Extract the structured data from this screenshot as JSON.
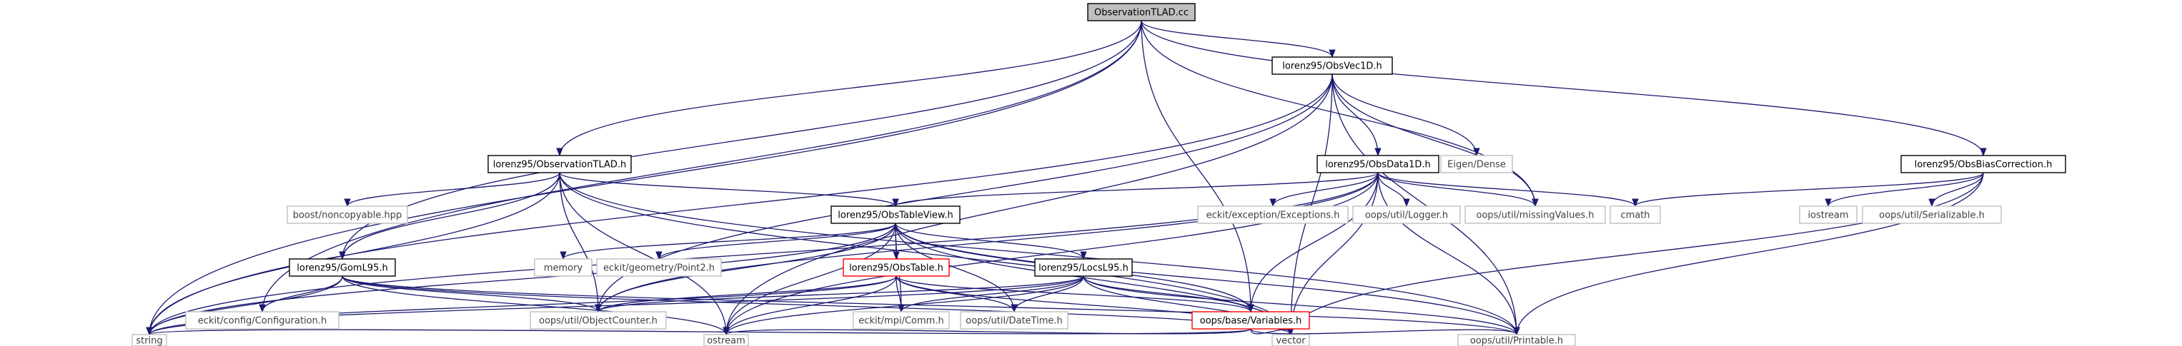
{
  "colors": {
    "background": "#ffffff",
    "edge": "#191970",
    "edge_gray": "#a9a9a9",
    "node_border": "#000000",
    "node_border_gray": "#bfbfbf",
    "node_border_red": "#ff0000",
    "root_fill": "#bfbfbf",
    "text": "#000000",
    "text_gray": "#404040"
  },
  "nodes": [
    {
      "id": "root",
      "label": "ObservationTLAD.cc",
      "kind": "root"
    },
    {
      "id": "obsvec",
      "label": "lorenz95/ObsVec1D.h",
      "kind": "normal"
    },
    {
      "id": "obsbias",
      "label": "lorenz95/ObsBiasCorrection.h",
      "kind": "normal"
    },
    {
      "id": "obstlad",
      "label": "lorenz95/ObservationTLAD.h",
      "kind": "normal"
    },
    {
      "id": "obsdata",
      "label": "lorenz95/ObsData1D.h",
      "kind": "normal"
    },
    {
      "id": "eigen",
      "label": "Eigen/Dense",
      "kind": "gray"
    },
    {
      "id": "boost",
      "label": "boost/noncopyable.hpp",
      "kind": "gray"
    },
    {
      "id": "obstv",
      "label": "lorenz95/ObsTableView.h",
      "kind": "normal"
    },
    {
      "id": "eckitexc",
      "label": "eckit/exception/Exceptions.h",
      "kind": "gray"
    },
    {
      "id": "logger",
      "label": "oops/util/Logger.h",
      "kind": "gray"
    },
    {
      "id": "missing",
      "label": "oops/util/missingValues.h",
      "kind": "gray"
    },
    {
      "id": "cmath",
      "label": "cmath",
      "kind": "gray"
    },
    {
      "id": "iostream",
      "label": "iostream",
      "kind": "gray"
    },
    {
      "id": "serializable",
      "label": "oops/util/Serializable.h",
      "kind": "gray"
    },
    {
      "id": "gom",
      "label": "lorenz95/GomL95.h",
      "kind": "normal"
    },
    {
      "id": "memory",
      "label": "memory",
      "kind": "gray"
    },
    {
      "id": "point2",
      "label": "eckit/geometry/Point2.h",
      "kind": "gray"
    },
    {
      "id": "obstable",
      "label": "lorenz95/ObsTable.h",
      "kind": "red"
    },
    {
      "id": "locs",
      "label": "lorenz95/LocsL95.h",
      "kind": "normal"
    },
    {
      "id": "eckitconf",
      "label": "eckit/config/Configuration.h",
      "kind": "gray"
    },
    {
      "id": "objcounter",
      "label": "oops/util/ObjectCounter.h",
      "kind": "gray"
    },
    {
      "id": "comm",
      "label": "eckit/mpi/Comm.h",
      "kind": "gray"
    },
    {
      "id": "datetime",
      "label": "oops/util/DateTime.h",
      "kind": "gray"
    },
    {
      "id": "variables",
      "label": "oops/base/Variables.h",
      "kind": "red"
    },
    {
      "id": "string",
      "label": "string",
      "kind": "gray"
    },
    {
      "id": "ostream",
      "label": "ostream",
      "kind": "gray"
    },
    {
      "id": "vector",
      "label": "vector",
      "kind": "gray"
    },
    {
      "id": "printable",
      "label": "oops/util/Printable.h",
      "kind": "gray"
    }
  ],
  "edges": [
    [
      "root",
      "obsvec"
    ],
    [
      "root",
      "obsbias"
    ],
    [
      "root",
      "obstlad"
    ],
    [
      "root",
      "gom"
    ],
    [
      "root",
      "string"
    ],
    [
      "root",
      "eckitconf"
    ],
    [
      "root",
      "variables"
    ],
    [
      "root",
      "missing"
    ],
    [
      "obsvec",
      "obsdata"
    ],
    [
      "obsvec",
      "eigen"
    ],
    [
      "obsvec",
      "objcounter"
    ],
    [
      "obsvec",
      "string"
    ],
    [
      "obsvec",
      "ostream"
    ],
    [
      "obsvec",
      "vector"
    ],
    [
      "obsvec",
      "printable"
    ],
    [
      "obsvec",
      "missing"
    ],
    [
      "obsbias",
      "cmath"
    ],
    [
      "obsbias",
      "iostream"
    ],
    [
      "obsbias",
      "serializable"
    ],
    [
      "obsbias",
      "vector"
    ],
    [
      "obsbias",
      "printable"
    ],
    [
      "obstlad",
      "boost"
    ],
    [
      "obstlad",
      "obstv"
    ],
    [
      "obstlad",
      "gom"
    ],
    [
      "obstlad",
      "objcounter"
    ],
    [
      "obstlad",
      "string"
    ],
    [
      "obstlad",
      "ostream"
    ],
    [
      "obstlad",
      "vector"
    ],
    [
      "obstlad",
      "printable"
    ],
    [
      "obsdata",
      "obstv"
    ],
    [
      "obsdata",
      "eckitexc"
    ],
    [
      "obsdata",
      "logger"
    ],
    [
      "obsdata",
      "missing"
    ],
    [
      "obsdata",
      "cmath"
    ],
    [
      "obsdata",
      "variables"
    ],
    [
      "obsdata",
      "objcounter"
    ],
    [
      "obsdata",
      "string"
    ],
    [
      "obsdata",
      "ostream"
    ],
    [
      "obsdata",
      "vector"
    ],
    [
      "obsdata",
      "printable"
    ],
    [
      "obstv",
      "memory"
    ],
    [
      "obstv",
      "point2"
    ],
    [
      "obstv",
      "obstable"
    ],
    [
      "obstv",
      "locs"
    ],
    [
      "obstv",
      "comm"
    ],
    [
      "obstv",
      "datetime"
    ],
    [
      "obstv",
      "objcounter"
    ],
    [
      "obstv",
      "variables"
    ],
    [
      "obstv",
      "string"
    ],
    [
      "obstv",
      "ostream"
    ],
    [
      "obstv",
      "vector"
    ],
    [
      "obstv",
      "printable"
    ],
    [
      "gom",
      "eckitconf"
    ],
    [
      "gom",
      "objcounter"
    ],
    [
      "gom",
      "string"
    ],
    [
      "gom",
      "ostream"
    ],
    [
      "gom",
      "vector"
    ],
    [
      "gom",
      "printable"
    ],
    [
      "obstable",
      "objcounter"
    ],
    [
      "obstable",
      "comm"
    ],
    [
      "obstable",
      "datetime"
    ],
    [
      "obstable",
      "variables"
    ],
    [
      "obstable",
      "string"
    ],
    [
      "obstable",
      "ostream"
    ],
    [
      "obstable",
      "vector"
    ],
    [
      "locs",
      "objcounter"
    ],
    [
      "locs",
      "comm"
    ],
    [
      "locs",
      "datetime"
    ],
    [
      "locs",
      "variables"
    ],
    [
      "locs",
      "string"
    ],
    [
      "locs",
      "ostream"
    ],
    [
      "locs",
      "vector"
    ],
    [
      "locs",
      "printable"
    ],
    [
      "variables",
      "string"
    ],
    [
      "variables",
      "ostream"
    ],
    [
      "variables",
      "vector"
    ],
    [
      "variables",
      "printable"
    ]
  ]
}
